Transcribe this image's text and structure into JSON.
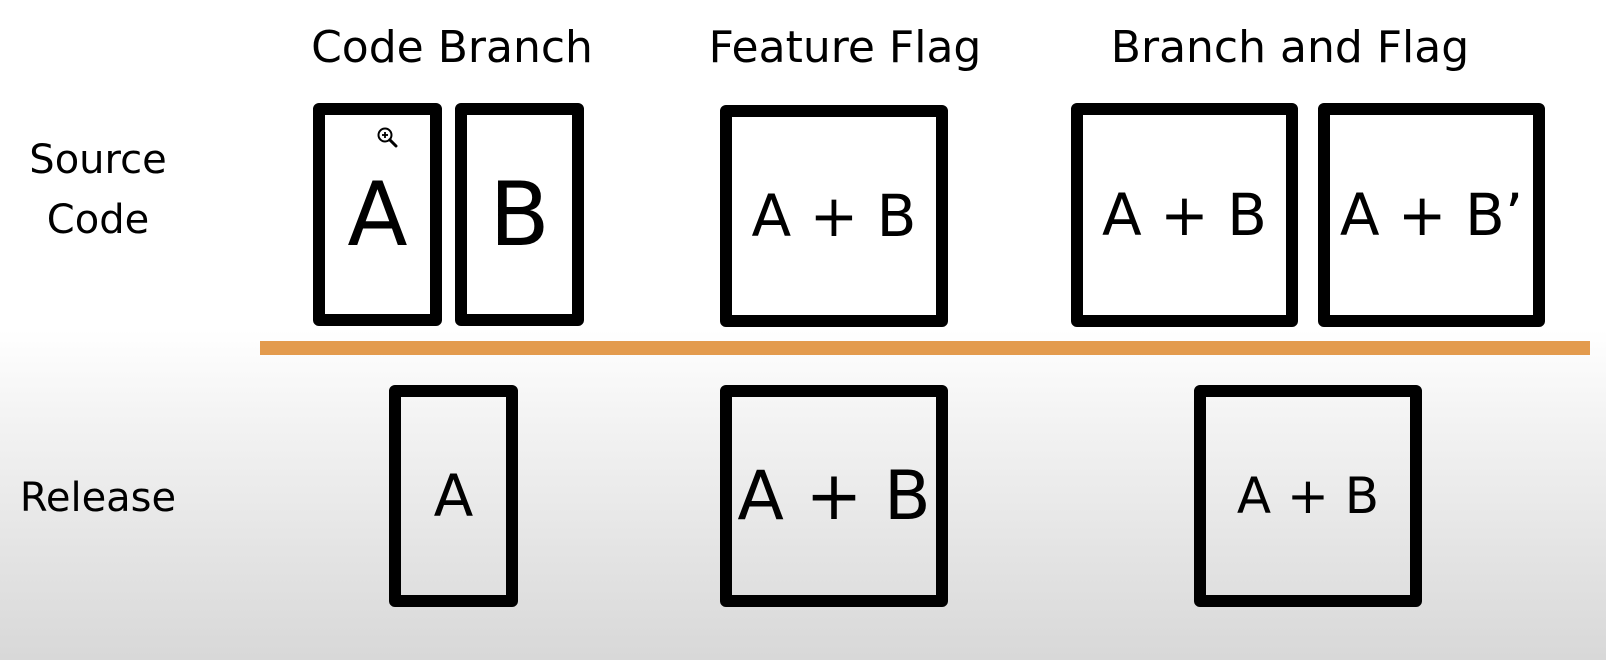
{
  "columns": {
    "code_branch": "Code Branch",
    "feature_flag": "Feature Flag",
    "branch_and_flag": "Branch and Flag"
  },
  "rows": {
    "source_code_line1": "Source",
    "source_code_line2": "Code",
    "release": "Release"
  },
  "source_code": {
    "code_branch": [
      "A",
      "B"
    ],
    "feature_flag": "A + B",
    "branch_and_flag": [
      "A + B",
      "A + B’"
    ]
  },
  "release": {
    "code_branch": "A",
    "feature_flag": "A + B",
    "branch_and_flag": "A + B"
  },
  "colors": {
    "divider": "#e39b4e",
    "box_border": "#000000"
  },
  "icons": {
    "cursor": "zoom-in-magnifier-icon"
  }
}
